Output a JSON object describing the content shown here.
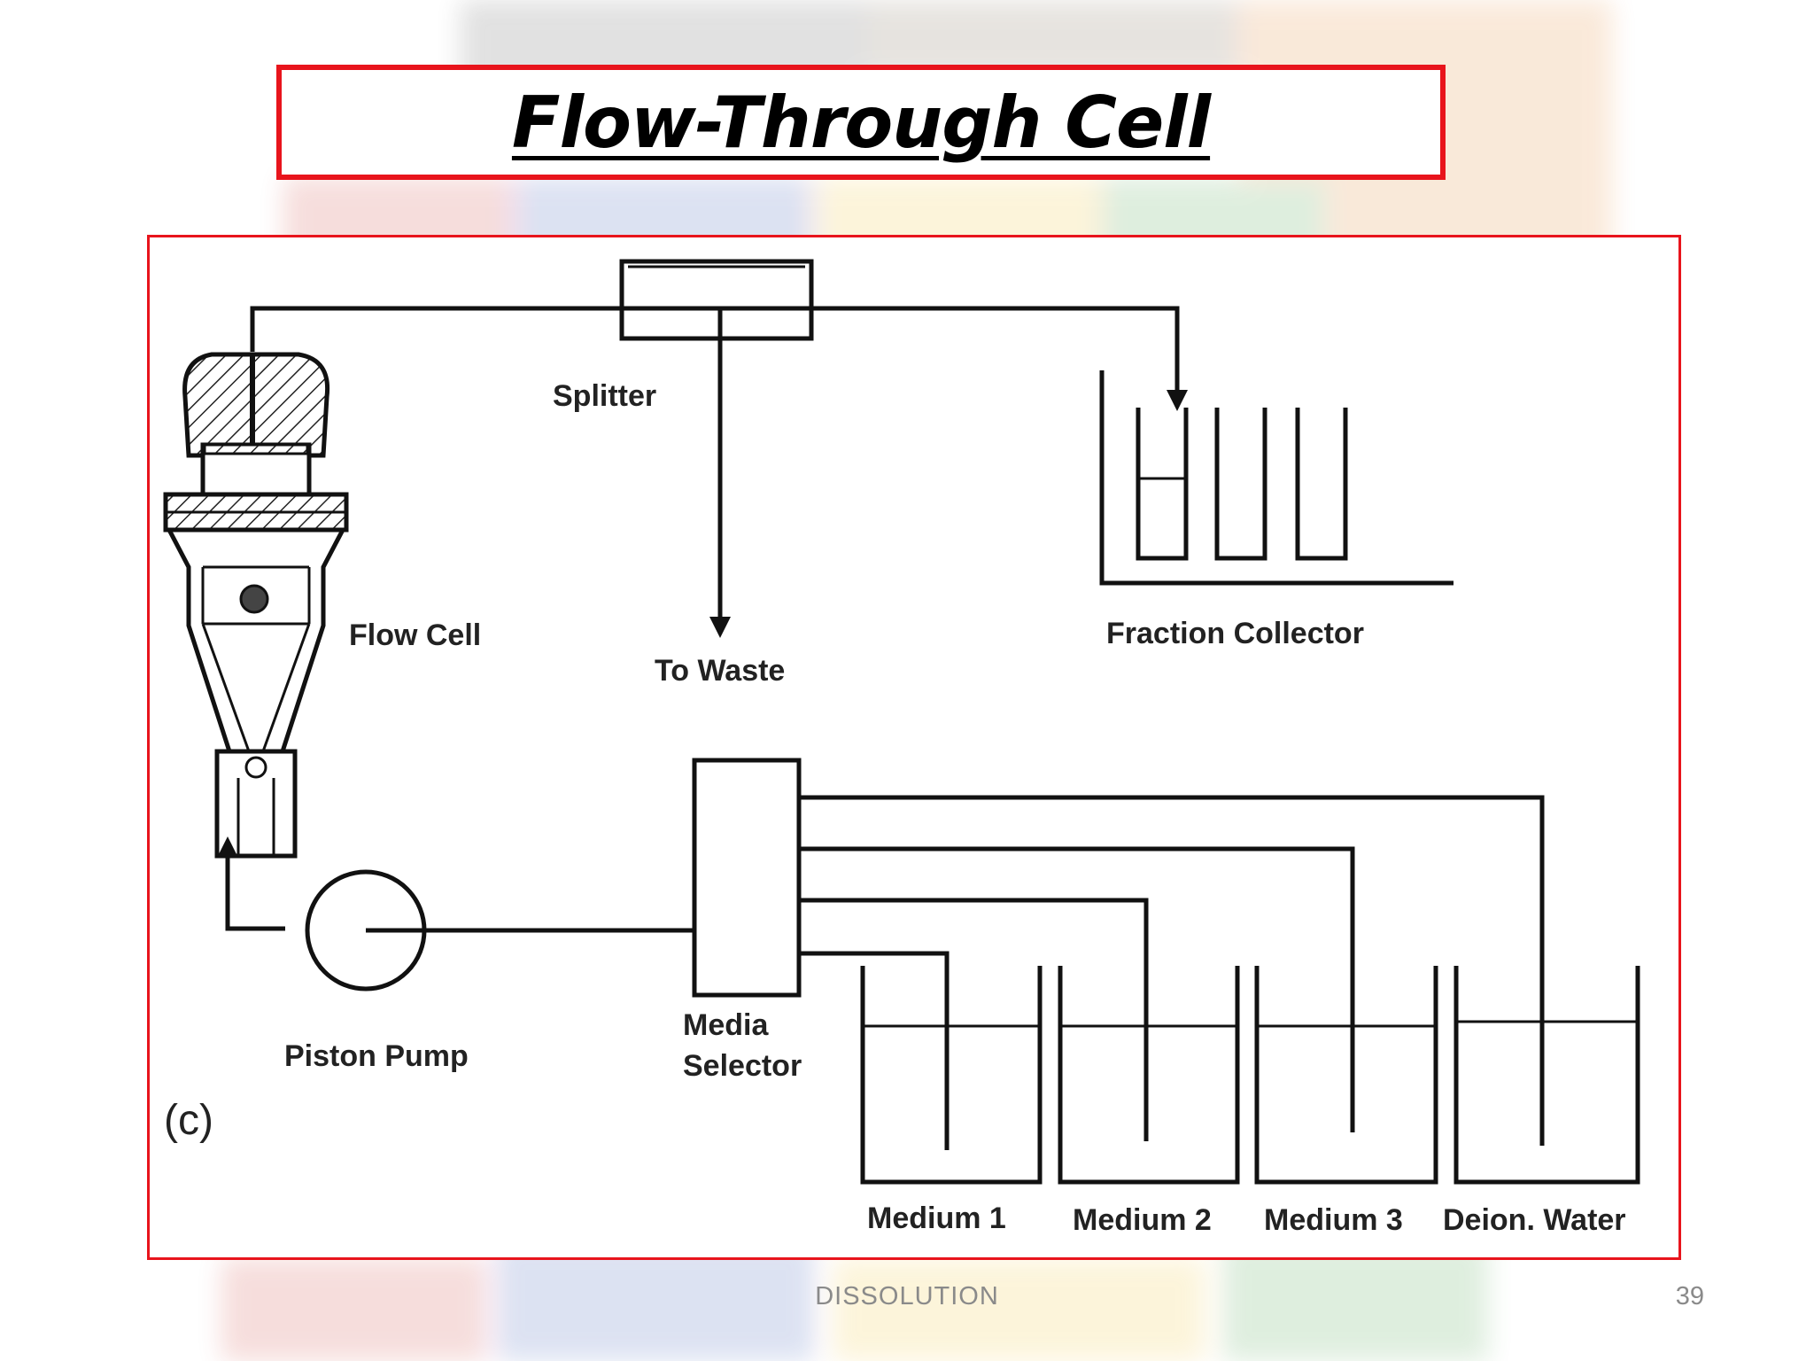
{
  "slide": {
    "title": "Flow-Through Cell",
    "footer_text": "DISSOLUTION",
    "page_number": "39"
  },
  "diagram": {
    "figure_label": "(c)",
    "labels": {
      "splitter": "Splitter",
      "flow_cell": "Flow Cell",
      "to_waste": "To Waste",
      "fraction_collector": "Fraction Collector",
      "piston_pump": "Piston Pump",
      "media_selector_line1": "Media",
      "media_selector_line2": "Selector",
      "medium_1": "Medium 1",
      "medium_2": "Medium 2",
      "medium_3": "Medium 3",
      "deion_water": "Deion. Water"
    }
  },
  "colors": {
    "accent_border": "#e8141c",
    "line": "#111111",
    "footer_text": "#8a8a8a"
  }
}
